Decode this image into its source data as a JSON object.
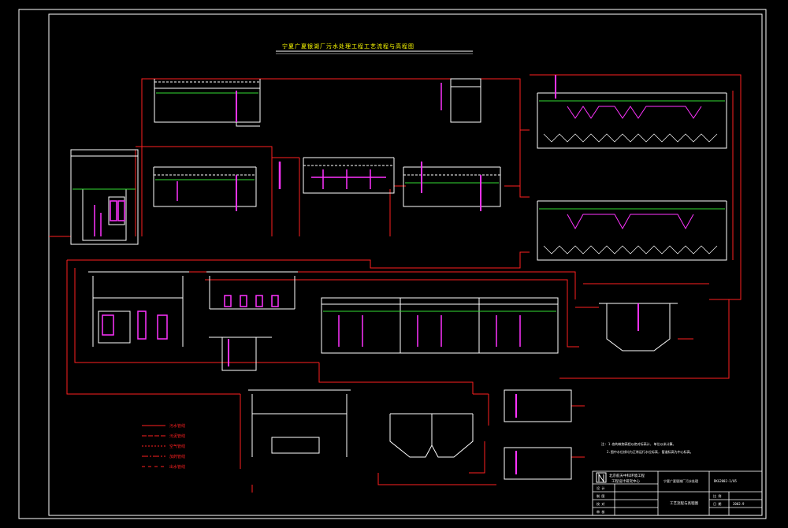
{
  "drawing": {
    "title": "宁夏广夏银湖厂污水处理工程工艺流程与高程图",
    "background": "#000000",
    "colors": {
      "frame": "#ffffff",
      "pipe_red": "#ff2020",
      "green": "#33dd33",
      "magenta": "#ff33ff",
      "cyan": "#22dddd",
      "yellow": "#ffff00"
    }
  },
  "legend": {
    "entries": [
      "污水管线",
      "污泥管线",
      "空气管线",
      "加药管线",
      "出水管线"
    ]
  },
  "notes": {
    "line1": "注: 1.各构筑物高程以绝对标高计, 单位以米计算。",
    "line2": "2.图中水位线均为正常运行水位标高, 管道标高为中心标高。"
  },
  "title_block": {
    "institution_line1": "北京航天中科环境工程",
    "institution_line2": "工程设计研究中心",
    "drawing_no": "DKG2002-1/05",
    "project": "宁夏广夏银湖厂污水处理",
    "drawing_name": "工艺流程与高程图",
    "rows": [
      "设 计",
      "制 图",
      "校 对",
      "审 核"
    ],
    "scale_label": "比 例",
    "date_label": "日 期",
    "scale_value": "",
    "date_value": "2002.9"
  }
}
